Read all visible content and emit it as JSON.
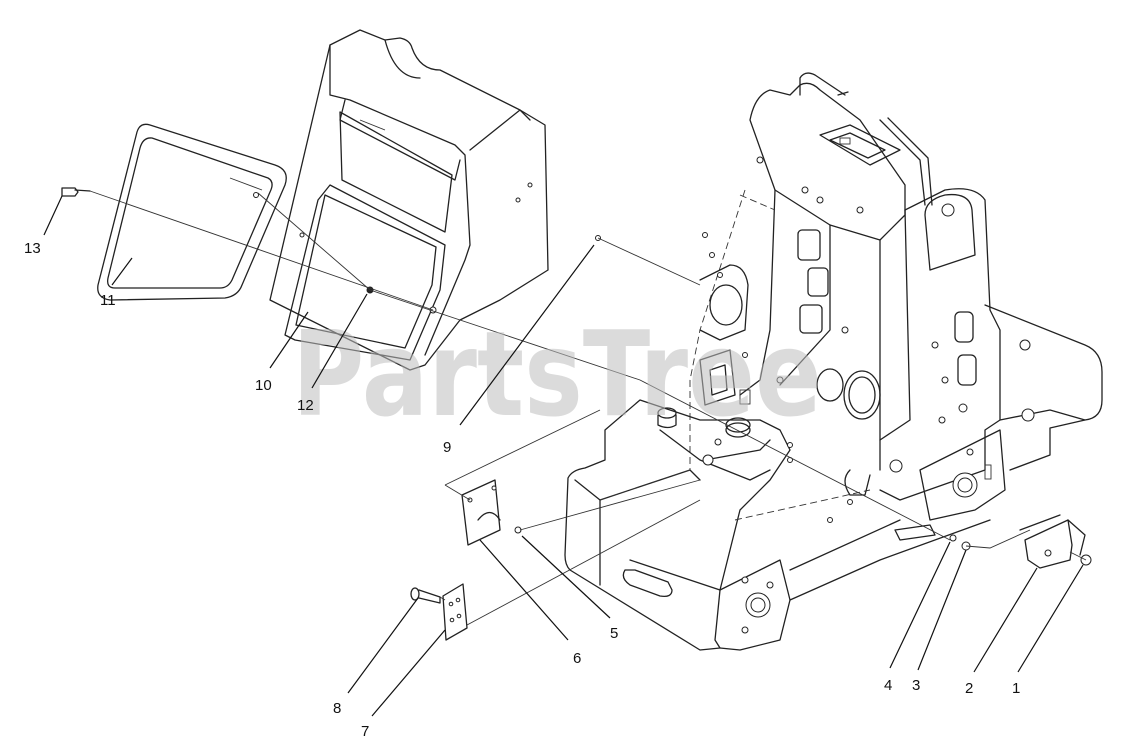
{
  "watermark": "PartsTree",
  "callouts": [
    {
      "id": "1",
      "label": "1"
    },
    {
      "id": "2",
      "label": "2"
    },
    {
      "id": "3",
      "label": "3"
    },
    {
      "id": "4",
      "label": "4"
    },
    {
      "id": "5",
      "label": "5"
    },
    {
      "id": "6",
      "label": "6"
    },
    {
      "id": "7",
      "label": "7"
    },
    {
      "id": "8",
      "label": "8"
    },
    {
      "id": "9",
      "label": "9"
    },
    {
      "id": "10",
      "label": "10"
    },
    {
      "id": "11",
      "label": "11"
    },
    {
      "id": "12",
      "label": "12"
    },
    {
      "id": "13",
      "label": "13"
    }
  ]
}
